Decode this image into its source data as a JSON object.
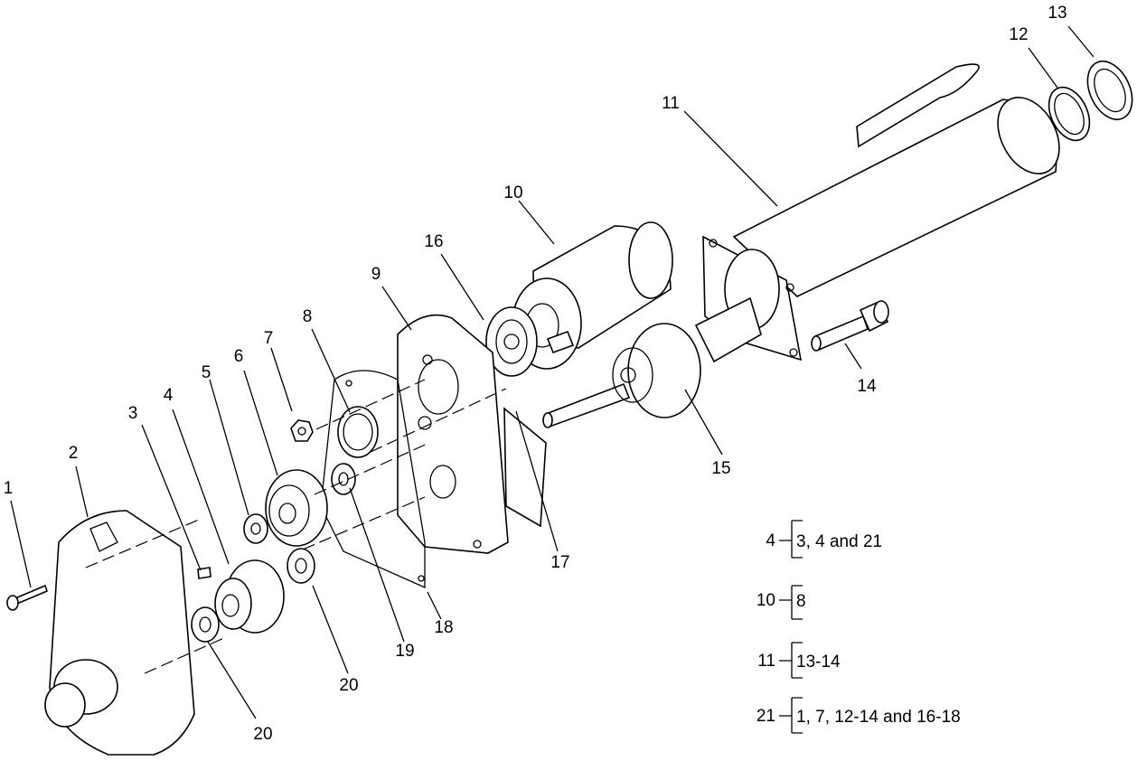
{
  "callouts": [
    "1",
    "2",
    "3",
    "4",
    "5",
    "6",
    "7",
    "8",
    "9",
    "10",
    "11",
    "12",
    "13",
    "14",
    "15",
    "16",
    "17",
    "18",
    "19",
    "20",
    "20"
  ],
  "legend": [
    {
      "key": "4",
      "items": "3, 4 and 21"
    },
    {
      "key": "10",
      "items": "8"
    },
    {
      "key": "11",
      "items": "13-14"
    },
    {
      "key": "21",
      "items": "1, 7, 12-14 and 16-18"
    }
  ]
}
